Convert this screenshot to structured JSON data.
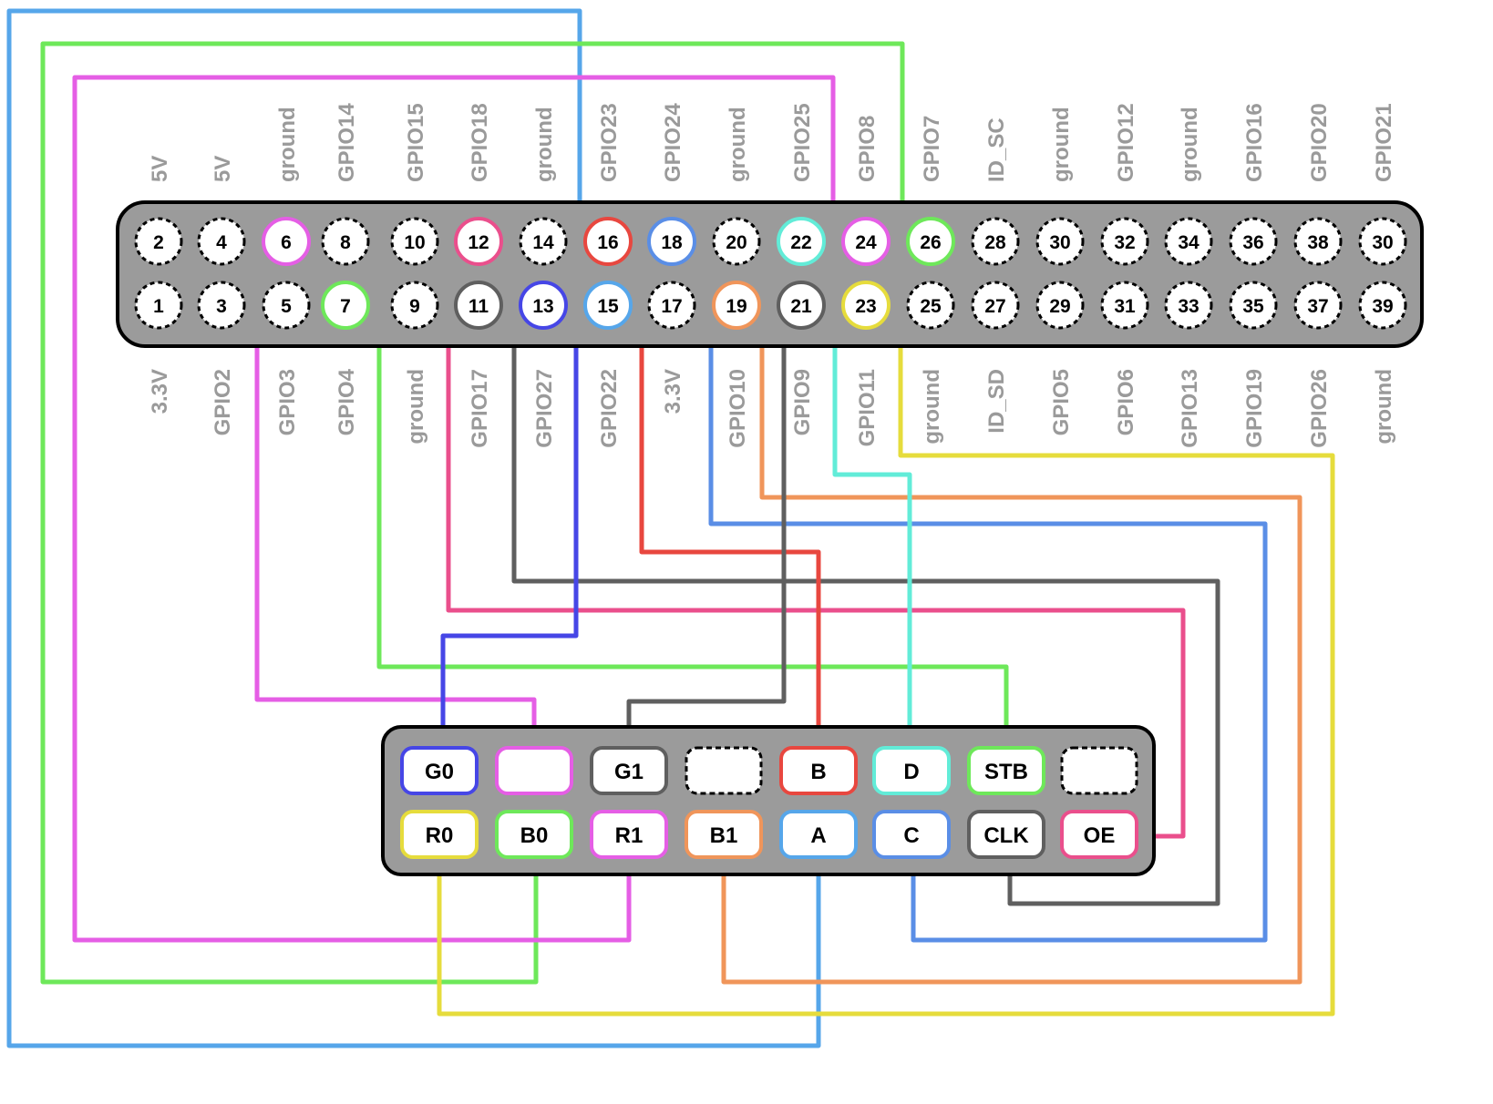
{
  "gpio_header": {
    "top_row": [
      {
        "pin": "2",
        "label": "5V",
        "color": null
      },
      {
        "pin": "4",
        "label": "5V",
        "color": null
      },
      {
        "pin": "6",
        "label": "ground",
        "color": "#e55ee5"
      },
      {
        "pin": "8",
        "label": "GPIO14",
        "color": null
      },
      {
        "pin": "10",
        "label": "GPIO15",
        "color": null
      },
      {
        "pin": "12",
        "label": "GPIO18",
        "color": "#ea4f8c"
      },
      {
        "pin": "14",
        "label": "ground",
        "color": null
      },
      {
        "pin": "16",
        "label": "GPIO23",
        "color": "#e8473f"
      },
      {
        "pin": "18",
        "label": "GPIO24",
        "color": "#5a8ee6"
      },
      {
        "pin": "20",
        "label": "ground",
        "color": null
      },
      {
        "pin": "22",
        "label": "GPIO25",
        "color": "#62ecd8"
      },
      {
        "pin": "24",
        "label": "GPIO8",
        "color": "#e55ee5"
      },
      {
        "pin": "26",
        "label": "GPIO7",
        "color": "#6ee85a"
      },
      {
        "pin": "28",
        "label": "ID_SC",
        "color": null
      },
      {
        "pin": "30",
        "label": "ground",
        "color": null
      },
      {
        "pin": "32",
        "label": "GPIO12",
        "color": null
      },
      {
        "pin": "34",
        "label": "ground",
        "color": null
      },
      {
        "pin": "36",
        "label": "GPIO16",
        "color": null
      },
      {
        "pin": "38",
        "label": "GPIO20",
        "color": null
      },
      {
        "pin": "30",
        "label": "GPIO21",
        "color": null
      }
    ],
    "bottom_row": [
      {
        "pin": "1",
        "label": "3.3V",
        "color": null
      },
      {
        "pin": "3",
        "label": "GPIO2",
        "color": null
      },
      {
        "pin": "5",
        "label": "GPIO3",
        "color": null
      },
      {
        "pin": "7",
        "label": "GPIO4",
        "color": "#6ee85a"
      },
      {
        "pin": "9",
        "label": "ground",
        "color": null
      },
      {
        "pin": "11",
        "label": "GPIO17",
        "color": "#5f5f5f"
      },
      {
        "pin": "13",
        "label": "GPIO27",
        "color": "#4646e6"
      },
      {
        "pin": "15",
        "label": "GPIO22",
        "color": "#56a6ea"
      },
      {
        "pin": "17",
        "label": "3.3V",
        "color": null
      },
      {
        "pin": "19",
        "label": "GPIO10",
        "color": "#f0955a"
      },
      {
        "pin": "21",
        "label": "GPIO9",
        "color": "#5f5f5f"
      },
      {
        "pin": "23",
        "label": "GPIO11",
        "color": "#e6dc3c"
      },
      {
        "pin": "25",
        "label": "ground",
        "color": null
      },
      {
        "pin": "27",
        "label": "ID_SD",
        "color": null
      },
      {
        "pin": "29",
        "label": "GPIO5",
        "color": null
      },
      {
        "pin": "31",
        "label": "GPIO6",
        "color": null
      },
      {
        "pin": "33",
        "label": "GPIO13",
        "color": null
      },
      {
        "pin": "35",
        "label": "GPIO19",
        "color": null
      },
      {
        "pin": "37",
        "label": "GPIO26",
        "color": null
      },
      {
        "pin": "39",
        "label": "ground",
        "color": null
      }
    ]
  },
  "hub75_header": {
    "top_row": [
      {
        "label": "G0",
        "color": "#4646e6"
      },
      {
        "label": "",
        "color": "#e55ee5"
      },
      {
        "label": "G1",
        "color": "#5f5f5f"
      },
      {
        "label": "",
        "color": null
      },
      {
        "label": "B",
        "color": "#e8473f"
      },
      {
        "label": "D",
        "color": "#62ecd8"
      },
      {
        "label": "STB",
        "color": "#6ee85a"
      },
      {
        "label": "",
        "color": null
      }
    ],
    "bottom_row": [
      {
        "label": "R0",
        "color": "#e6dc3c"
      },
      {
        "label": "B0",
        "color": "#6ee85a"
      },
      {
        "label": "R1",
        "color": "#e55ee5"
      },
      {
        "label": "B1",
        "color": "#f0955a"
      },
      {
        "label": "A",
        "color": "#56a6ea"
      },
      {
        "label": "C",
        "color": "#5a8ee6"
      },
      {
        "label": "CLK",
        "color": "#5f5f5f"
      },
      {
        "label": "OE",
        "color": "#ea4f8c"
      }
    ]
  },
  "wires": [
    {
      "from_pin": "15",
      "to": "A",
      "color": "#56a6ea"
    },
    {
      "from_pin": "26",
      "to": "B0",
      "color": "#6ee85a"
    },
    {
      "from_pin": "24",
      "to": "R1",
      "color": "#e55ee5"
    },
    {
      "from_pin": "6",
      "to": "",
      "color": "#e55ee5"
    },
    {
      "from_pin": "7",
      "to": "STB",
      "color": "#6ee85a"
    },
    {
      "from_pin": "12",
      "to": "OE",
      "color": "#ea4f8c"
    },
    {
      "from_pin": "11",
      "to": "CLK",
      "color": "#5f5f5f"
    },
    {
      "from_pin": "13",
      "to": "G0",
      "color": "#4646e6"
    },
    {
      "from_pin": "16",
      "to": "B",
      "color": "#e8473f"
    },
    {
      "from_pin": "18",
      "to": "C",
      "color": "#5a8ee6"
    },
    {
      "from_pin": "19",
      "to": "B1",
      "color": "#f0955a"
    },
    {
      "from_pin": "21",
      "to": "G1",
      "color": "#5f5f5f"
    },
    {
      "from_pin": "22",
      "to": "D",
      "color": "#62ecd8"
    },
    {
      "from_pin": "23",
      "to": "R0",
      "color": "#e6dc3c"
    }
  ],
  "colors": {
    "board_fill": "#9b9b9b",
    "board_stroke": "#000000",
    "label_gray": "#9a9a9a",
    "unused_pin_stroke": "#000000"
  }
}
